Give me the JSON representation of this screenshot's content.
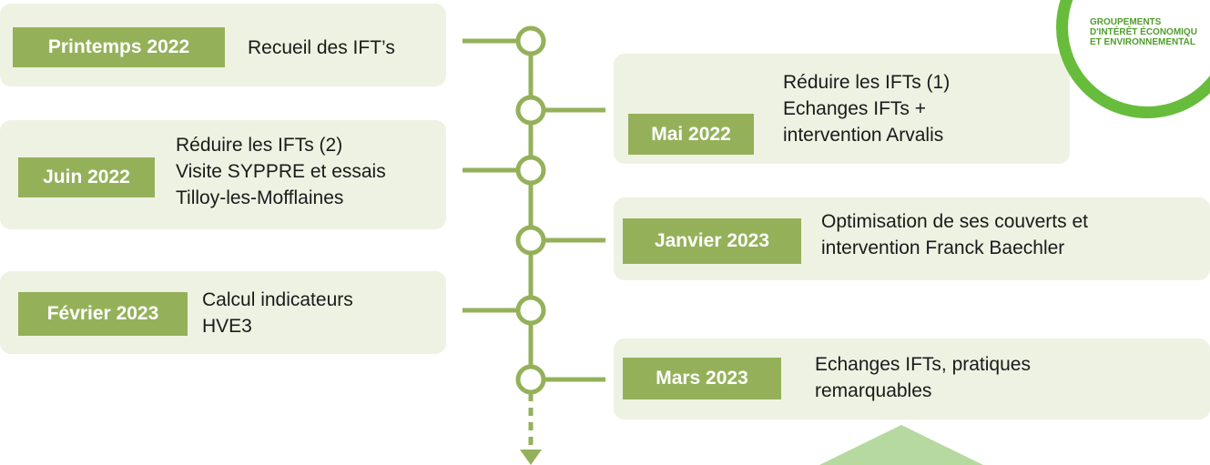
{
  "colors": {
    "card_bg": "#eef2e3",
    "date_bg": "#94b15a",
    "line": "#94b15a",
    "logo_green": "#67bd3b",
    "arrow_shape": "#b5d99f"
  },
  "logo": {
    "lines": [
      "GROUPEMENTS",
      "D'INTÉRÊT ÉCONOMIQU",
      "ET ENVIRONNEMENTAL"
    ]
  },
  "events": [
    {
      "date": "Printemps 2022",
      "lines": [
        "Recueil des IFT’s"
      ],
      "side": "left"
    },
    {
      "date": "Mai 2022",
      "lines": [
        "Réduire les IFTs (1)",
        "Echanges IFTs +",
        "intervention Arvalis"
      ],
      "side": "right"
    },
    {
      "date": "Juin 2022",
      "lines": [
        "Réduire les IFTs (2)",
        "Visite SYPPRE et essais",
        "Tilloy-les-Mofflaines"
      ],
      "side": "left"
    },
    {
      "date": "Janvier 2023",
      "lines": [
        "Optimisation de ses couverts et",
        "intervention Franck Baechler"
      ],
      "side": "right"
    },
    {
      "date": "Février 2023",
      "lines": [
        "Calcul indicateurs",
        "HVE3"
      ],
      "side": "left"
    },
    {
      "date": "Mars 2023",
      "lines": [
        "Echanges IFTs, pratiques",
        "remarquables"
      ],
      "side": "right"
    }
  ]
}
